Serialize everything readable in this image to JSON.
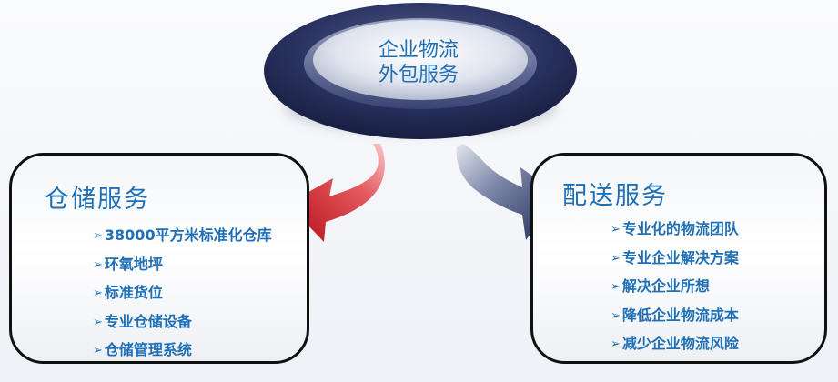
{
  "hub": {
    "line1": "企业物流",
    "line2": "外包服务"
  },
  "left_panel": {
    "title": "仓储服务",
    "items": [
      "38000平方米标准化仓库",
      "环氧地坪",
      "标准货位",
      "专业仓储设备",
      "仓储管理系统"
    ]
  },
  "right_panel": {
    "title": "配送服务",
    "items": [
      "专业化的物流团队",
      "专业企业解决方案",
      "解决企业所想",
      "降低企业物流成本",
      "减少企业物流风险"
    ]
  },
  "colors": {
    "text_blue": "#1f6fb6",
    "hub_dark": "#1f2650",
    "arrow_red": "#c4141c",
    "arrow_navy": "#28345f"
  },
  "icons": {
    "bullet": "arrowhead-bullet-icon"
  }
}
